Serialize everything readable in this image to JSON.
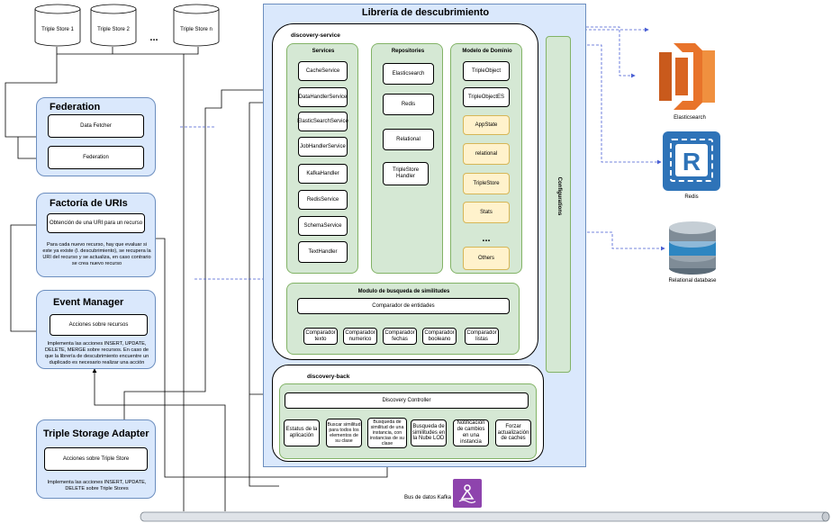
{
  "triple_stores": [
    "Triple Store 1",
    "Triple Store 2",
    "Triple Store n"
  ],
  "triple_stores_ellipsis": "...",
  "federation": {
    "title": "Federation",
    "data_fetcher": "Data Fetcher",
    "federation_label": "Federation"
  },
  "uri_factory": {
    "title": "Factoría de URIs",
    "box": "Obtención de una URI para un recurso",
    "description": "Para cada nuevo recurso, hay que evaluar si este ya existe (l. descubrimiento), se recupera la URI del recurso y se actualiza, en caso contrario se crea nuevo recurso"
  },
  "event_manager": {
    "title": "Event Manager",
    "box": "Acciones sobre recursos",
    "description": "Implementa las acciones INSERT, UPDATE, DELETE, MERGE sobre recursos. En caso de que la librería de descubrimiento encuentre un duplicado es necesario realizar una acción"
  },
  "triple_storage_adapter": {
    "title": "Triple Storage Adapter",
    "box": "Acciones sobre Triple Store",
    "description": "Implementa las acciones INSERT, UPDATE, DELETE sobre Triple Stores"
  },
  "library": {
    "title": "Librería de descubrimiento",
    "discovery_service": "discovery-service",
    "services": {
      "title": "Services",
      "items": [
        "CacheService",
        "DataHandlerService",
        "ElasticSearchService",
        "JobHandlerService",
        "KafkaHandler",
        "RedisService",
        "SchemaService",
        "TextHandler"
      ]
    },
    "repositories": {
      "title": "Repositories",
      "items": [
        "Elasticsearch",
        "Redis",
        "Relational",
        "TripleStore Handler"
      ]
    },
    "domain_model": {
      "title": "Modelo de Dominio",
      "items": [
        "TripleObject",
        "TripleObjectES"
      ],
      "yellow_items": [
        "AppState",
        "relational",
        "TripleStore",
        "Stats"
      ],
      "ellipsis": "...",
      "others": "Others"
    },
    "configurations": "Configurations",
    "similarity": {
      "title": "Modulo de busqueda de similitudes",
      "comparator": "Comparador de entidades",
      "items": [
        "Comparador texto",
        "Comparador numerico",
        "Comparador fechas",
        "Comparador booleano",
        "Comparador listas"
      ]
    },
    "discovery_back": {
      "title": "discovery-back",
      "controller": "Discovery Controller",
      "items": [
        "Estatus de la aplicación",
        "Buscar similitud para todos los elementos de su clase",
        "Busqueda de similitud de una instancia, con instancias de su clase",
        "Busqueda de similitudes en la Nube LOD",
        "Notificación de cambios en una instancia",
        "Forzar actualización de caches"
      ]
    }
  },
  "external": {
    "elasticsearch": "Elasticsearch",
    "redis": "Redis",
    "relational_db": "Relational database"
  },
  "kafka": "Bus de datos Kafka",
  "colors": {
    "blue_fill": "#dae8fc",
    "blue_stroke": "#6c8ebf",
    "green_fill": "#d5e8d4",
    "green_stroke": "#82b366",
    "yellow_fill": "#fff2cc",
    "yellow_stroke": "#d6b656",
    "elastic_orange": "#e8732a",
    "redis_blue": "#2e73b8",
    "kafka_purple": "#8e44ad"
  }
}
